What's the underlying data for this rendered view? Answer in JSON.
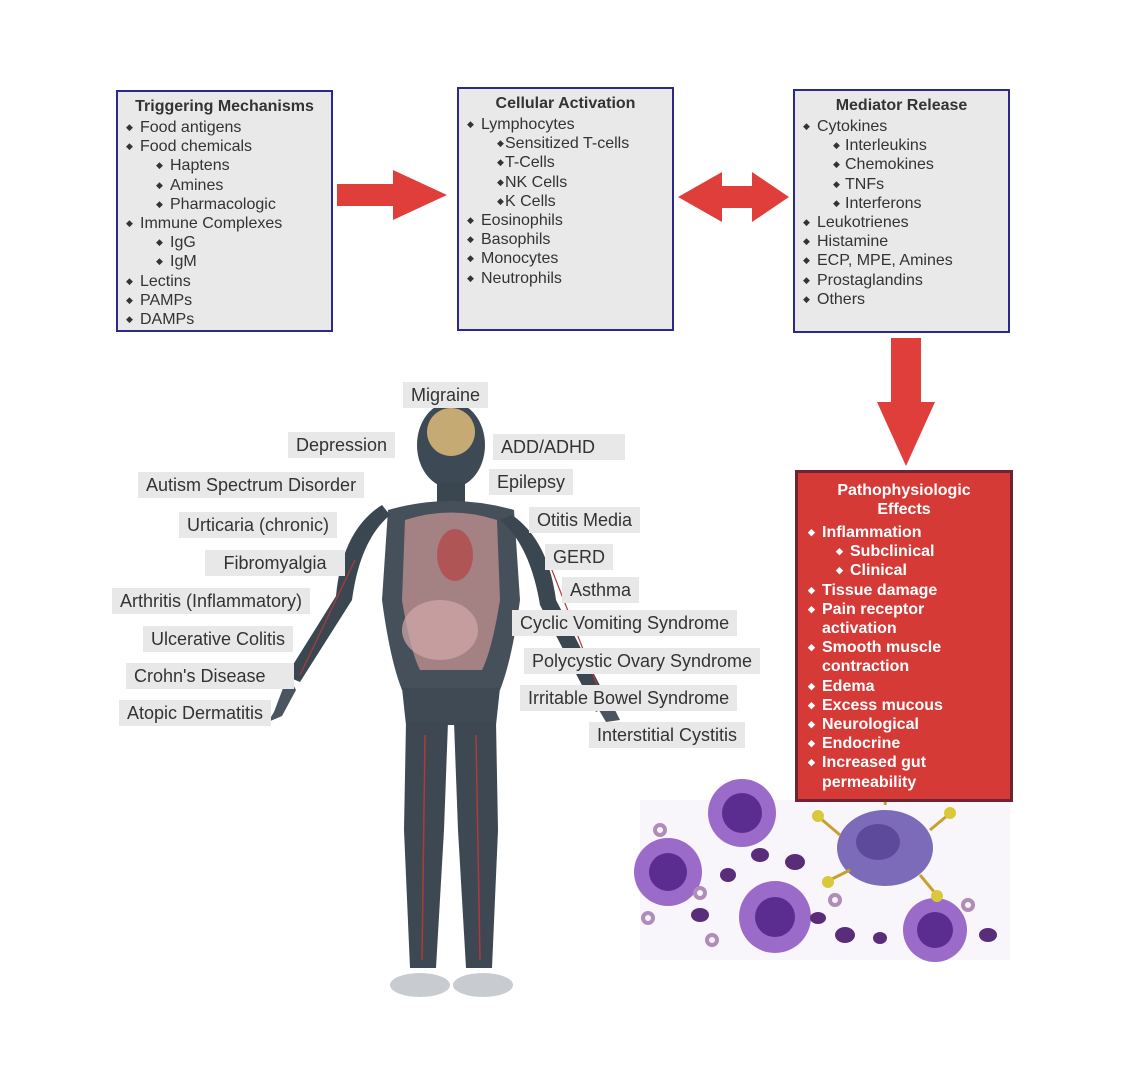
{
  "boxes": {
    "triggering": {
      "title": "Triggering Mechanisms",
      "items": [
        "Food antigens",
        "Food chemicals",
        "Haptens",
        "Amines",
        "Pharmacologic",
        "Immune Complexes",
        "IgG",
        "IgM",
        "Lectins",
        "PAMPs",
        "DAMPs"
      ]
    },
    "cellular": {
      "title": "Cellular Activation",
      "items": [
        "Lymphocytes",
        "Sensitized T-cells",
        "T-Cells",
        "NK Cells",
        "K Cells",
        "Eosinophils",
        "Basophils",
        "Monocytes",
        "Neutrophils"
      ]
    },
    "mediator": {
      "title": "Mediator Release",
      "items": [
        "Cytokines",
        "Interleukins",
        "Chemokines",
        "TNFs",
        "Interferons",
        "Leukotrienes",
        "Histamine",
        "ECP, MPE, Amines",
        "Prostaglandins",
        "Others"
      ]
    },
    "patho": {
      "title_line1": "Pathophysiologic",
      "title_line2": "Effects",
      "items": [
        "Inflammation",
        "Subclinical",
        "Clinical",
        "Tissue damage",
        "Pain receptor activation",
        "Smooth muscle contraction",
        "Edema",
        "Excess mucous",
        "Neurological",
        "Endocrine",
        "Increased gut permeability"
      ]
    }
  },
  "conditions": {
    "migraine": "Migraine",
    "depression": "Depression",
    "add_adhd": "ADD/ADHD",
    "autism": "Autism Spectrum Disorder",
    "epilepsy": "Epilepsy",
    "urticaria": "Urticaria (chronic)",
    "otitis": "Otitis Media",
    "fibromyalgia": "Fibromyalgia",
    "gerd": "GERD",
    "asthma": "Asthma",
    "arthritis": "Arthritis (Inflammatory)",
    "cyclic_vomiting": "Cyclic Vomiting Syndrome",
    "ulcerative_colitis": "Ulcerative Colitis",
    "polycystic": "Polycystic Ovary Syndrome",
    "crohns": "Crohn's Disease",
    "ibs": "Irritable Bowel Syndrome",
    "atopic": "Atopic Dermatitis",
    "interstitial": "Interstitial Cystitis"
  },
  "colors": {
    "arrow": "#e03e3a",
    "box_border": "#2b2a8c",
    "box_fill": "#e9e9ea",
    "patho_fill": "#d63a37",
    "cell_purple": "#7a3fa6"
  }
}
